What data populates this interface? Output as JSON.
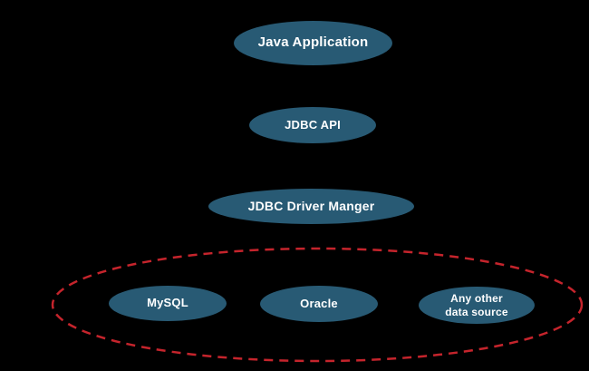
{
  "diagram": {
    "title": "JDBC architecture diagram",
    "background": "#000000"
  },
  "colors": {
    "node_fill": "#285a74",
    "node_text": "#ffffff",
    "dashed_stroke": "#c5242c",
    "canvas_bg": "#000000"
  },
  "nodes": [
    {
      "id": "java-application",
      "label": "Java Application"
    },
    {
      "id": "jdbc-api",
      "label": "JDBC API"
    },
    {
      "id": "jdbc-driver-manger",
      "label": "JDBC Driver Manger"
    },
    {
      "id": "mysql",
      "label": "MySQL"
    },
    {
      "id": "oracle",
      "label": "Oracle"
    },
    {
      "id": "any-other-data-source",
      "label": "Any other\ndata source"
    }
  ],
  "groups": [
    {
      "id": "data-sources-group",
      "style": "red-dashed-ellipse",
      "contains": [
        "mysql",
        "oracle",
        "any-other-data-source"
      ]
    }
  ]
}
